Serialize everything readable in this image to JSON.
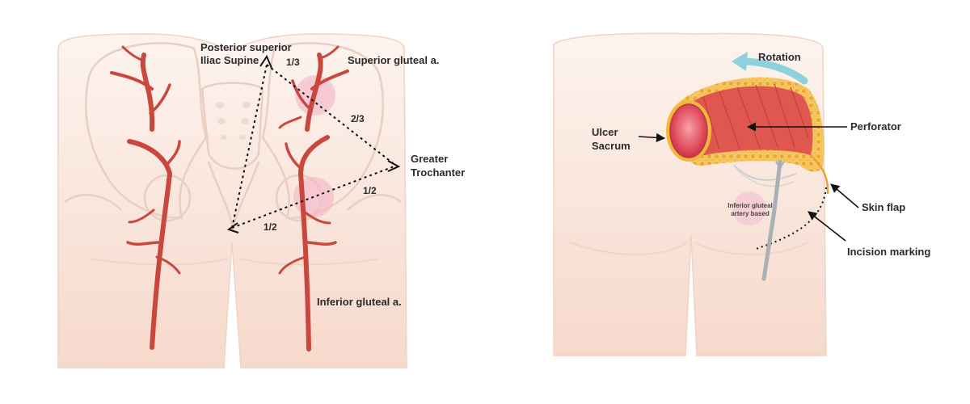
{
  "left_panel": {
    "landmarks": {
      "psis_line1": "Posterior superior",
      "psis_line2": "Iliac Supine",
      "greater_trochanter_line1": "Greater",
      "greater_trochanter_line2": "Trochanter"
    },
    "vessels": {
      "superior": "Superior gluteal a.",
      "inferior": "Inferior gluteal a."
    },
    "fractions": {
      "upper_third": "1/3",
      "two_thirds": "2/3",
      "half_right": "1/2",
      "half_left": "1/2"
    }
  },
  "right_panel": {
    "rotation": "Rotation",
    "ulcer_line1": "Ulcer",
    "ulcer_line2": "Sacrum",
    "perforator": "Perforator",
    "skin_flap": "Skin flap",
    "incision_marking": "Incision marking",
    "artery_note_line1": "Inferior gluteal",
    "artery_note_line2": "artery based"
  },
  "colors": {
    "skin": "#f8e2d6",
    "skin_outline": "#e7c7b6",
    "artery": "#c9473c",
    "muscle": "#e0574f",
    "fat": "#f1b93c",
    "perforator_circle": "#f3b8c8",
    "rotation_arrow": "#8fd0df"
  }
}
